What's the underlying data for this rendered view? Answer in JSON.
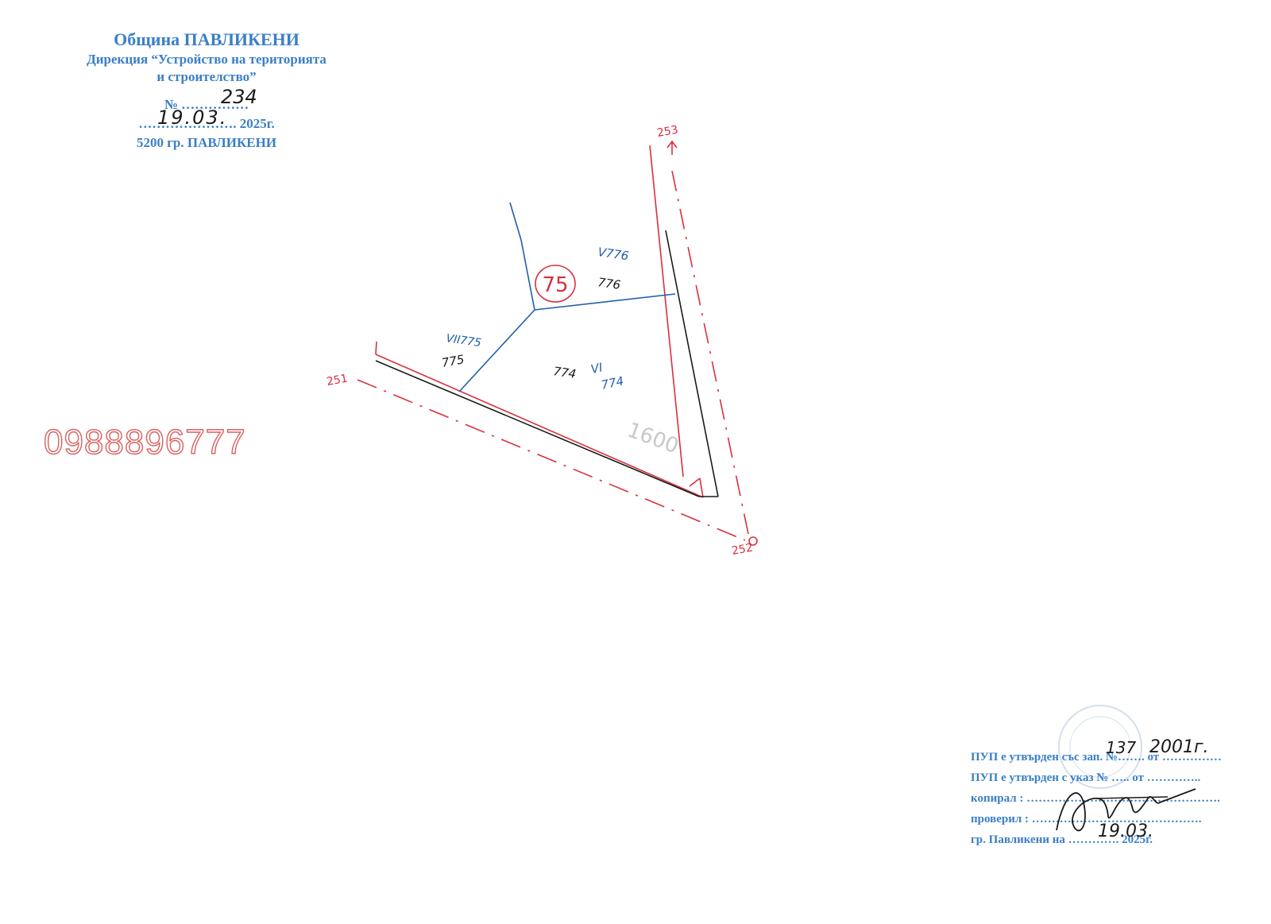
{
  "stamp_top": {
    "line1": "Община ПАВЛИКЕНИ",
    "line2": "Дирекция “Устройство на територията",
    "line3": "и строителство”",
    "number_label": "№ ……………",
    "number_hand": "234",
    "date_label": "…………………. 2025г.",
    "date_hand": "19.03.",
    "address": "5200 гр. ПАВЛИКЕНИ"
  },
  "phone": "0988896777",
  "plan": {
    "block_number": "75",
    "points": {
      "p253": "253",
      "p251": "251",
      "p252": "252"
    },
    "parcels": {
      "v_776": "V776",
      "n_776": "776",
      "vii_775": "VII775",
      "n_775": "775",
      "n_774": "774",
      "vi_774_a": "VI",
      "vi_774_b": "774"
    },
    "area": "1600"
  },
  "approval": {
    "line1": "ПУП е утвърден със зап. №……. от ……………",
    "line1_num": "137",
    "line1_date": "2001г.",
    "line2": "ПУП е утвърден с указ № ….. от …………..",
    "line3": "копирал : ………………………………………….",
    "line4": "проверил : …………………………………….",
    "line5": "гр. Павликени   на …………. 2025г.",
    "line5_date": "19.03."
  },
  "colors": {
    "stamp_blue": "#3a7fc7",
    "red_line": "#d83040",
    "parcel_blue": "#1f5fa8",
    "ink_black": "#1a1a1a"
  }
}
